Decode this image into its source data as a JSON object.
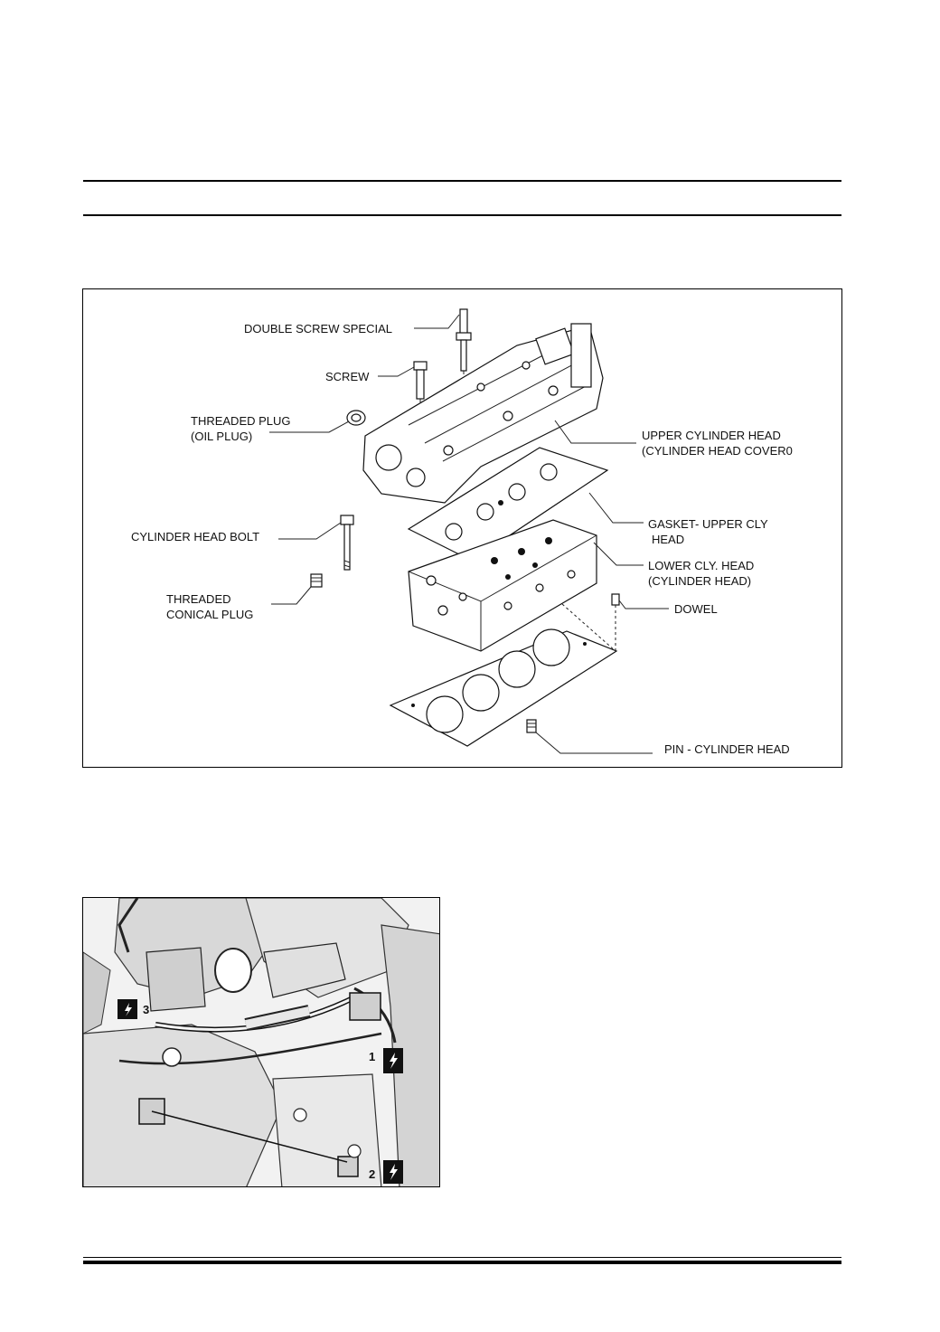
{
  "diagram": {
    "callouts": {
      "double_screw": "DOUBLE SCREW SPECIAL",
      "screw": "SCREW",
      "threaded_plug_1": "THREADED PLUG",
      "threaded_plug_2": "(OIL PLUG)",
      "upper_head_1": "UPPER CYLINDER HEAD",
      "upper_head_2": "(CYLINDER HEAD COVER0",
      "gasket_upper_1": "GASKET- UPPER CLY",
      "gasket_upper_2": "HEAD",
      "head_bolt": "CYLINDER HEAD BOLT",
      "lower_head_1": "LOWER CLY. HEAD",
      "lower_head_2": "(CYLINDER HEAD)",
      "conical_plug_1": "THREADED",
      "conical_plug_2": "CONICAL  PLUG",
      "dowel": "DOWEL",
      "pin": "PIN - CYLINDER HEAD"
    }
  },
  "photo": {
    "markers": [
      "1",
      "2",
      "3"
    ],
    "marker_icon": "warning-icon"
  }
}
